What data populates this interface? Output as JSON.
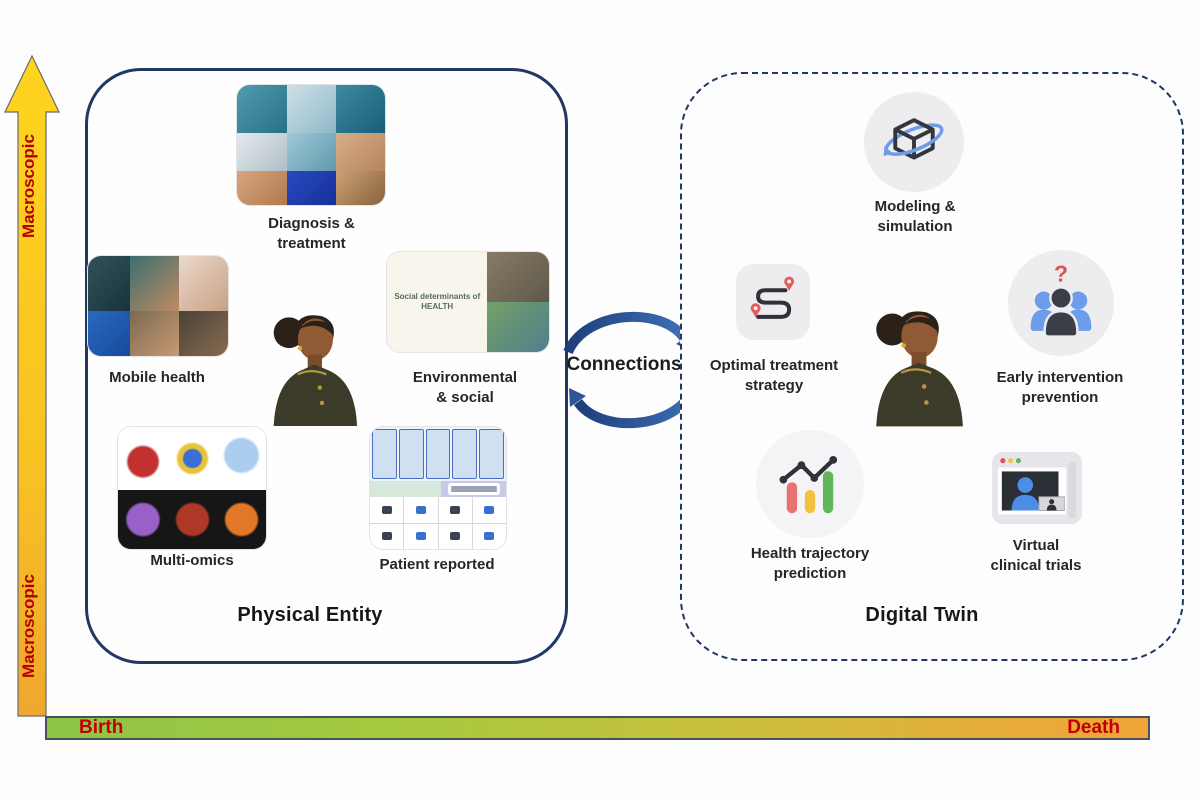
{
  "figure": {
    "vertical_axis": {
      "top_label": "Macroscopic",
      "bottom_label": "Macroscopic"
    },
    "timeline": {
      "start_label": "Birth",
      "end_label": "Death"
    },
    "connections_label": "Connections",
    "physical_entity": {
      "title": "Physical Entity",
      "items": {
        "diagnosis": {
          "label": "Diagnosis &\ntreatment"
        },
        "mobile": {
          "label": "Mobile health"
        },
        "environmental": {
          "label": "Environmental\n& social",
          "sketch_text": "Social determinants of HEALTH"
        },
        "multiomics": {
          "label": "Multi-omics"
        },
        "patient": {
          "label": "Patient reported"
        }
      }
    },
    "digital_twin": {
      "title": "Digital Twin",
      "items": {
        "modeling": {
          "label": "Modeling &\nsimulation",
          "icon": "cube-orbit-icon"
        },
        "optimal": {
          "label": "Optimal treatment\nstrategy",
          "icon": "route-pins-icon"
        },
        "early": {
          "label": "Early intervention\nprevention",
          "icon": "people-question-icon"
        },
        "trajectory": {
          "label": "Health trajectory\nprediction",
          "icon": "trend-chart-icon"
        },
        "virtual": {
          "label": "Virtual\nclinical trials",
          "icon": "video-call-icon"
        }
      }
    },
    "colors": {
      "box_border_navy": "#1f3864",
      "connection_arrow_blue": "#2e5596",
      "axis_label_red": "#b30000",
      "axis_arrow_yellow_top": "#ffd41e",
      "axis_arrow_orange_bottom": "#efa72e",
      "timeline_green": "#8dc646",
      "timeline_orange": "#efa437"
    }
  }
}
